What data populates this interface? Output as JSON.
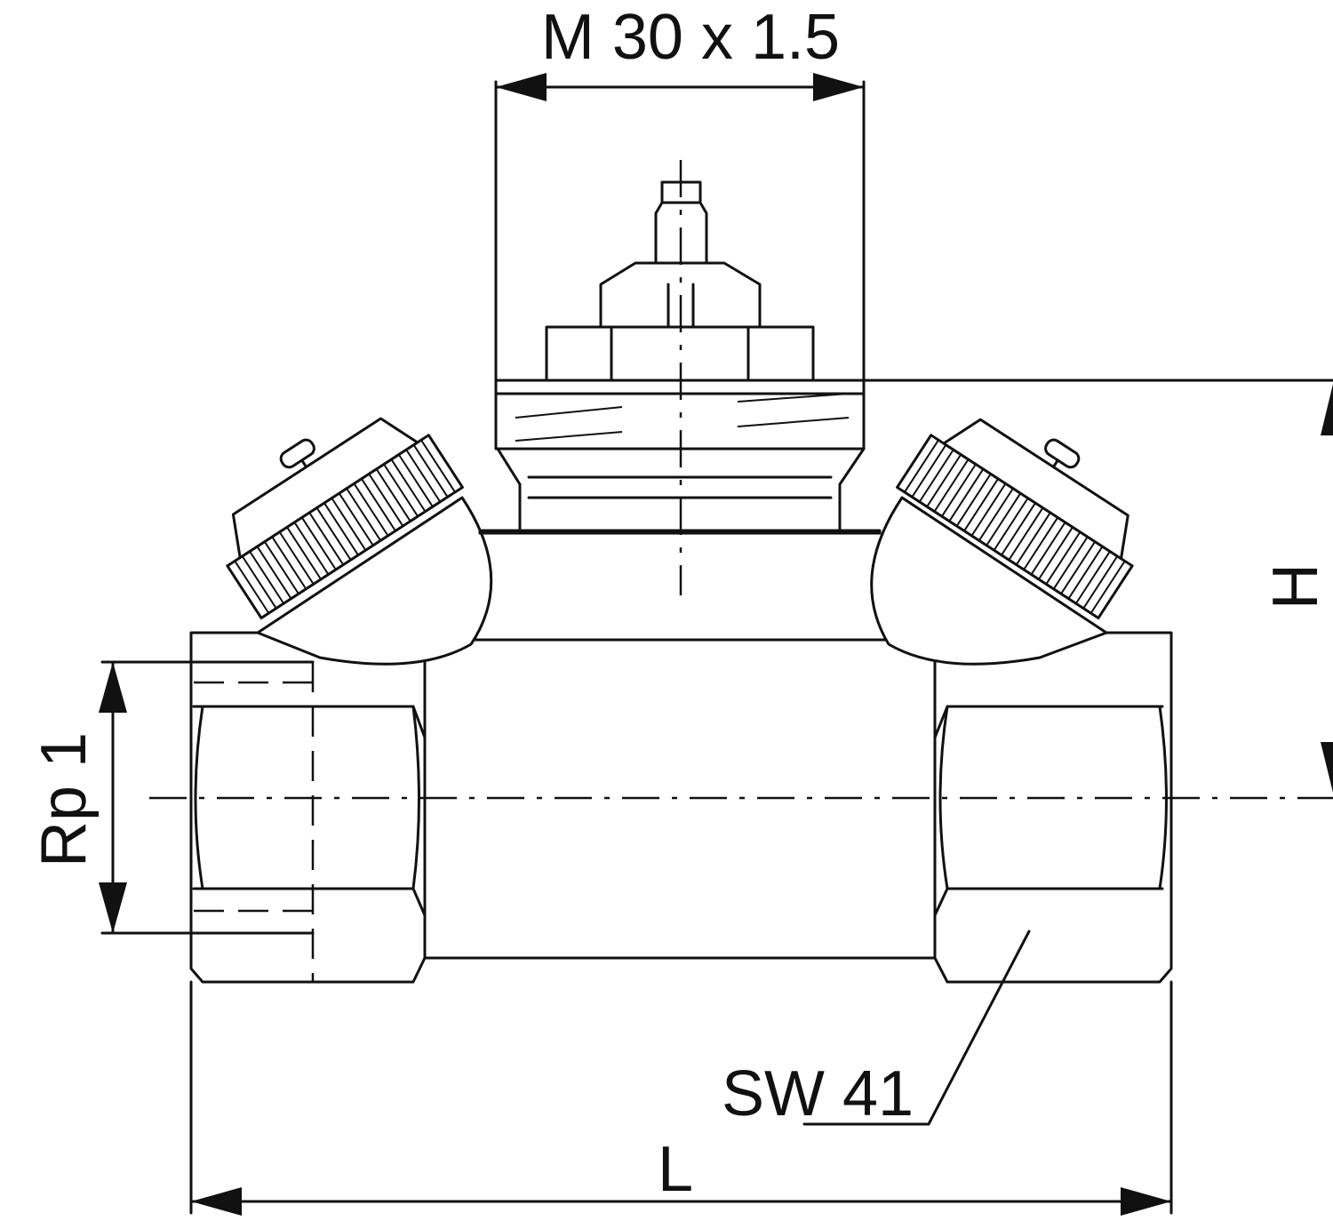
{
  "labels": {
    "thread": "M 30 x 1.5",
    "height": "H",
    "connection": "Rp 1",
    "wrench_size": "SW 41",
    "length": "L"
  },
  "colors": {
    "line": "#111111",
    "background": "#ffffff"
  }
}
